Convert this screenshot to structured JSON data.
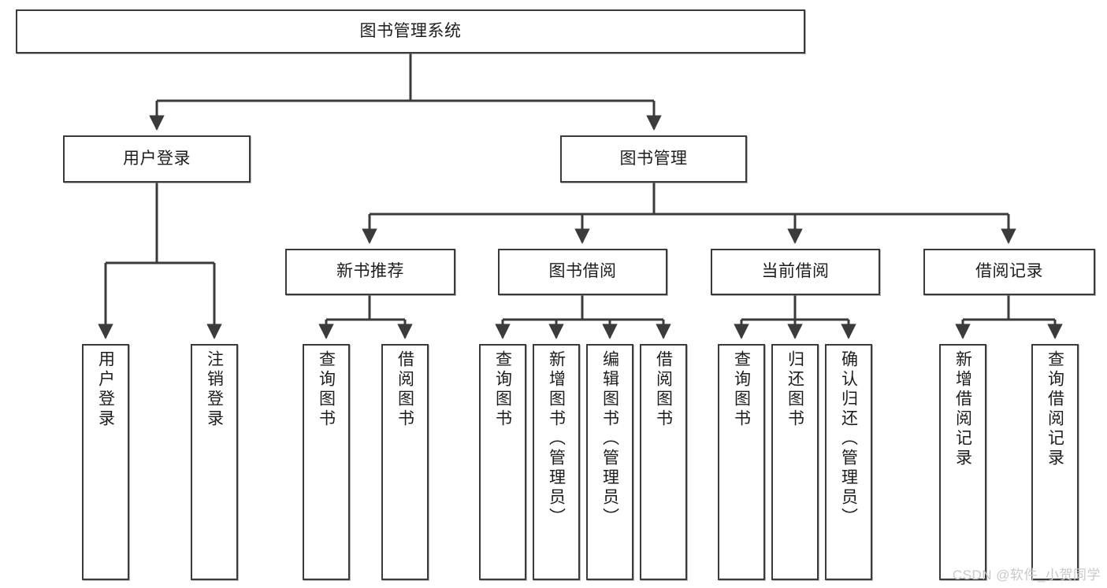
{
  "diagram": {
    "title": "图书管理系统",
    "type": "hierarchy-tree",
    "root": {
      "id": "root",
      "label": "图书管理系统"
    },
    "level2": [
      {
        "id": "user-login",
        "label": "用户登录"
      },
      {
        "id": "book-management",
        "label": "图书管理"
      }
    ],
    "level3": [
      {
        "id": "new-book-recommend",
        "label": "新书推荐"
      },
      {
        "id": "book-borrow",
        "label": "图书借阅"
      },
      {
        "id": "current-borrow",
        "label": "当前借阅"
      },
      {
        "id": "borrow-record",
        "label": "借阅记录"
      }
    ],
    "leaves": {
      "user_login": [
        {
          "id": "leaf-user-login",
          "label": "用户登录"
        },
        {
          "id": "leaf-logout",
          "label": "注销登录"
        }
      ],
      "new_book_recommend": [
        {
          "id": "leaf-query-book-1",
          "label": "查询图书"
        },
        {
          "id": "leaf-borrow-book-1",
          "label": "借阅图书"
        }
      ],
      "book_borrow": [
        {
          "id": "leaf-query-book-2",
          "label": "查询图书"
        },
        {
          "id": "leaf-add-book",
          "label": "新增图书（管理员）"
        },
        {
          "id": "leaf-edit-book",
          "label": "编辑图书（管理员）"
        },
        {
          "id": "leaf-borrow-book-2",
          "label": "借阅图书"
        }
      ],
      "current_borrow": [
        {
          "id": "leaf-query-book-3",
          "label": "查询图书"
        },
        {
          "id": "leaf-return-book",
          "label": "归还图书"
        },
        {
          "id": "leaf-confirm-return",
          "label": "确认归还（管理员）"
        }
      ],
      "borrow_record": [
        {
          "id": "leaf-add-record",
          "label": "新增借阅记录"
        },
        {
          "id": "leaf-query-record",
          "label": "查询借阅记录"
        }
      ]
    }
  },
  "watermark": {
    "text": "CSDN @软件_小贺同学"
  },
  "colors": {
    "box_border": "#3b3b3b",
    "box_fill": "#ffffff",
    "connector": "#3b3b3b",
    "text": "#1d1d1d",
    "watermark": "#c9c9c9"
  }
}
